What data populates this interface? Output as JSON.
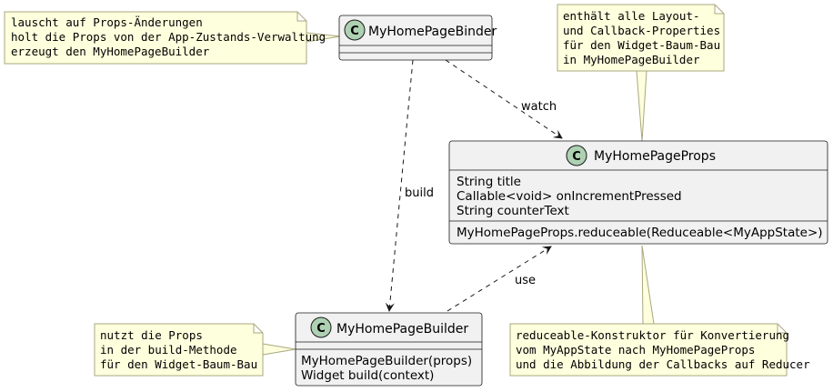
{
  "classes": {
    "binder": {
      "name": "MyHomePageBinder",
      "icon": "class-c-icon"
    },
    "props": {
      "name": "MyHomePageProps",
      "icon": "class-c-icon",
      "fields": [
        "String title",
        "Callable<void> onIncrementPressed",
        "String counterText"
      ],
      "methods": [
        "MyHomePageProps.reduceable(Reduceable<MyAppState>)"
      ]
    },
    "builder": {
      "name": "MyHomePageBuilder",
      "icon": "class-c-icon",
      "methods": [
        "MyHomePageBuilder(props)",
        "Widget build(context)"
      ]
    }
  },
  "icon_letter": "C",
  "edges": {
    "watch": "watch",
    "build": "build",
    "use": "use"
  },
  "notes": {
    "binder": [
      "lauscht auf Props-Änderungen",
      "holt die Props von der App-Zustands-Verwaltung",
      "erzeugt den MyHomePageBuilder"
    ],
    "props": [
      "enthält alle Layout-",
      "und Callback-Properties",
      "für den Widget-Baum-Bau",
      "in MyHomePageBuilder"
    ],
    "builder": [
      "nutzt die Props",
      "in der build-Methode",
      "für den Widget-Baum-Bau"
    ],
    "reducer": [
      "reduceable-Konstruktor für Konvertierung",
      "vom MyAppState nach MyHomePageProps",
      "und die Abbildung der Callbacks auf Reducer"
    ]
  },
  "colors": {
    "note_fill": "#FEFFDD",
    "note_stroke": "#AAA77F",
    "class_fill": "#F1F1F1",
    "class_stroke": "#181818",
    "circle_fill": "#ADD1B2",
    "edge": "#181818"
  }
}
